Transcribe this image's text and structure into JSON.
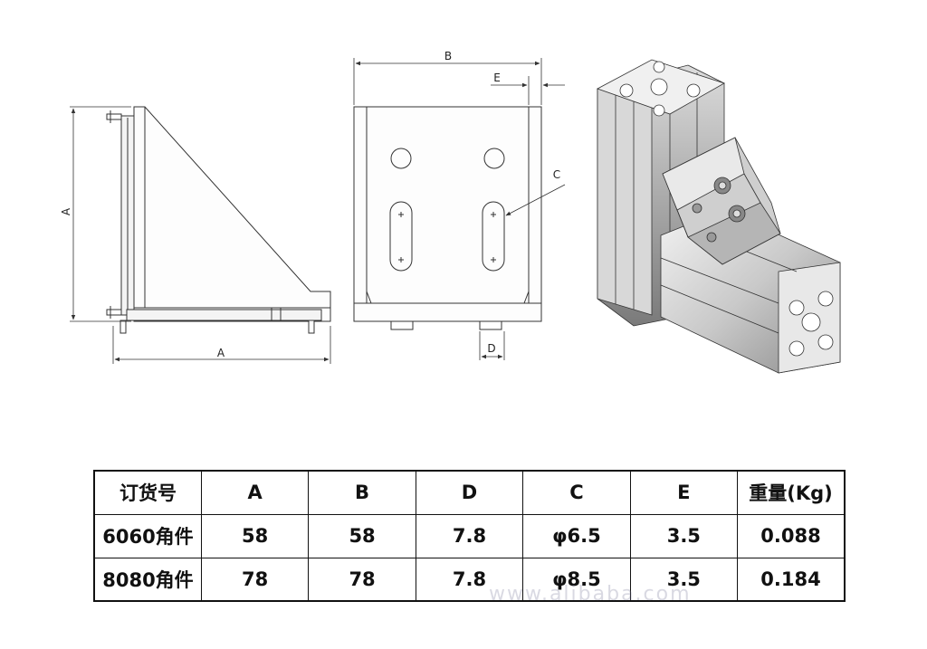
{
  "drawing": {
    "side_view": {
      "label_vertical": "A",
      "label_horizontal": "A"
    },
    "front_view": {
      "label_b": "B",
      "label_e": "E",
      "label_c": "C",
      "label_d": "D"
    }
  },
  "table": {
    "headers": [
      "订货号",
      "A",
      "B",
      "D",
      "C",
      "E",
      "重量(Kg)"
    ],
    "rows": [
      [
        "6060角件",
        "58",
        "58",
        "7.8",
        "φ6.5",
        "3.5",
        "0.088"
      ],
      [
        "8080角件",
        "78",
        "78",
        "7.8",
        "φ8.5",
        "3.5",
        "0.184"
      ]
    ]
  },
  "watermark": "www.alibaba.com",
  "colors": {
    "line": "#333333",
    "metal_light": "#e6e6e6",
    "metal_mid": "#b8b8b8",
    "metal_dark": "#6a6a6a"
  }
}
